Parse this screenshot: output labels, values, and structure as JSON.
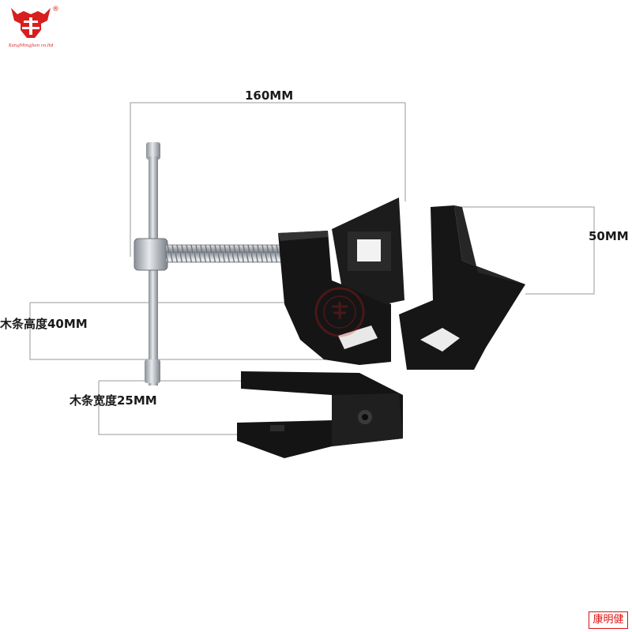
{
  "product": {
    "dimensions": {
      "length": "160MM",
      "height": "50MM",
      "wood_height": "木条高度40MM",
      "wood_width": "木条宽度25MM"
    }
  },
  "brand": {
    "logo_text": "XangMingJian co.ltd",
    "registered_mark": "®",
    "watermark": "康明健"
  },
  "colors": {
    "brand_red": "#d81e1e",
    "metal_black": "#151515",
    "steel": "#bcc2c8"
  }
}
